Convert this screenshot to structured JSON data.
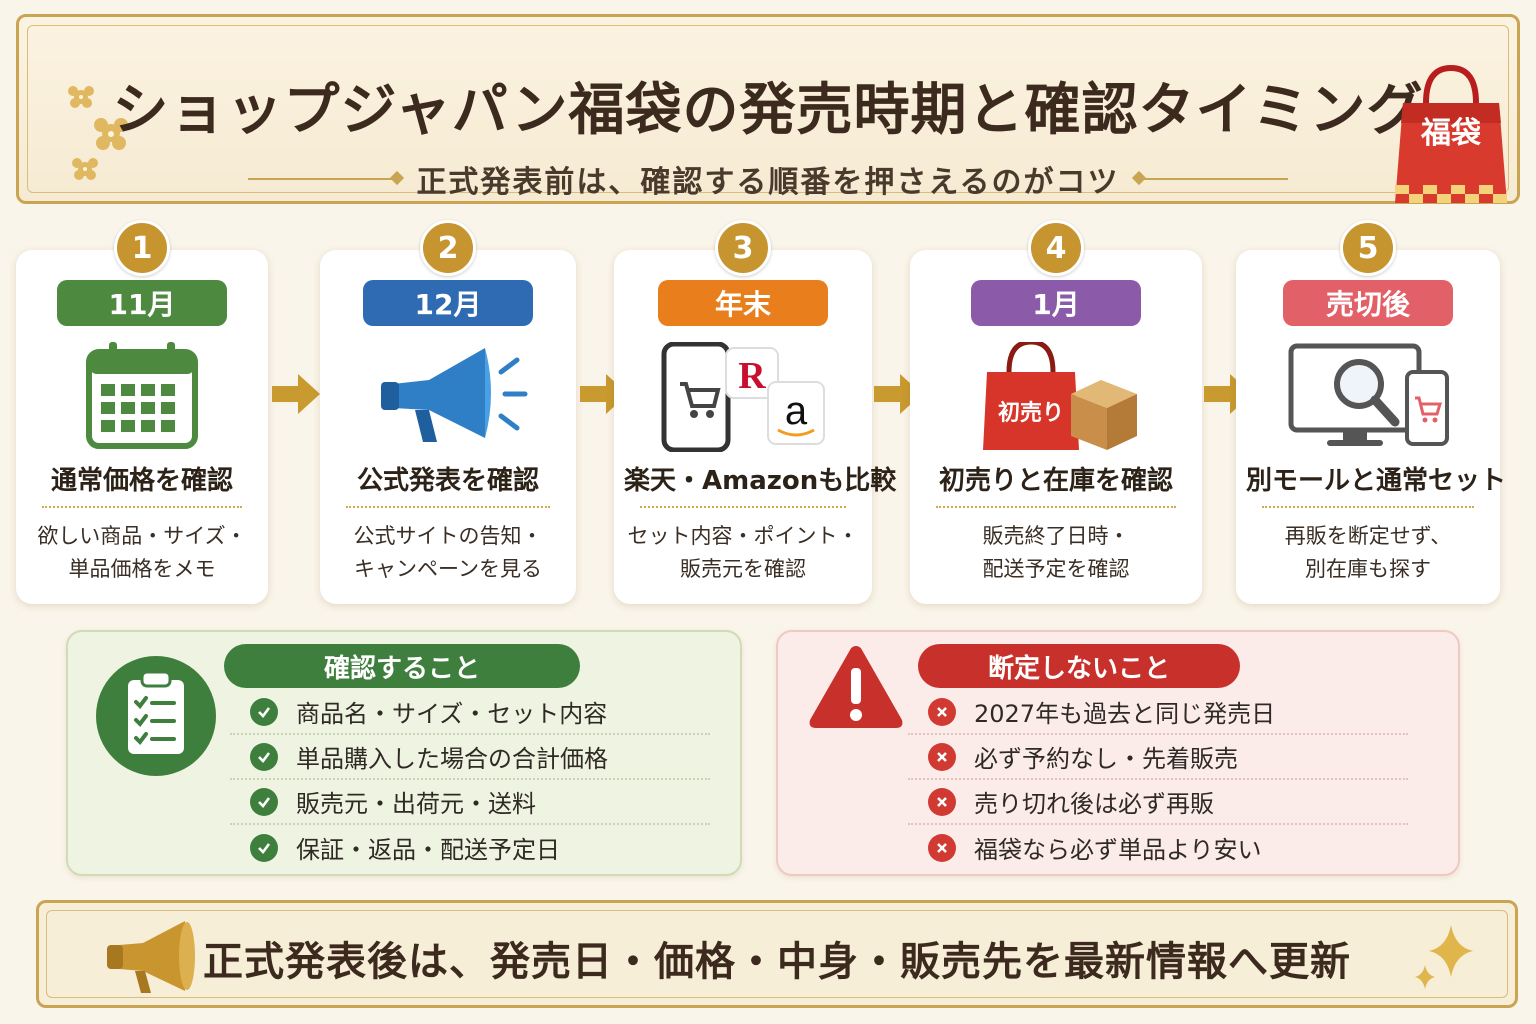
{
  "header": {
    "title": "ショップジャパン福袋の発売時期と確認タイミング",
    "subtitle": "正式発表前は、確認する順番を押さえるのがコツ",
    "bag_label": "福袋"
  },
  "steps": [
    {
      "number": "1",
      "period": "11月",
      "color": "#4d8a3f",
      "heading": "通常価格を確認",
      "desc_line1": "欲しい商品・サイズ・",
      "desc_line2": "単品価格をメモ",
      "icon": "calendar-icon"
    },
    {
      "number": "2",
      "period": "12月",
      "color": "#2f6bb3",
      "heading": "公式発表を確認",
      "desc_line1": "公式サイトの告知・",
      "desc_line2": "キャンペーンを見る",
      "icon": "megaphone-icon"
    },
    {
      "number": "3",
      "period": "年末",
      "color": "#e97f1c",
      "heading": "楽天・Amazonも比較",
      "desc_line1": "セット内容・ポイント・",
      "desc_line2": "販売元を確認",
      "icon": "shopping-apps-icon",
      "rakuten_letter": "R",
      "amazon_letter": "a"
    },
    {
      "number": "4",
      "period": "1月",
      "color": "#8b5aa8",
      "heading": "初売りと在庫を確認",
      "desc_line1": "販売終了日時・",
      "desc_line2": "配送予定を確認",
      "icon": "hatsuuri-bag-icon",
      "bag_text": "初売り"
    },
    {
      "number": "5",
      "period": "売切後",
      "color": "#e26168",
      "heading": "別モールと通常セット",
      "desc_line1": "再販を断定せず、",
      "desc_line2": "別在庫も探す",
      "icon": "search-monitor-icon"
    }
  ],
  "check_panel": {
    "title": "確認すること",
    "items": [
      "商品名・サイズ・セット内容",
      "単品購入した場合の合計価格",
      "販売元・出荷元・送料",
      "保証・返品・配送予定日"
    ],
    "color": "#3f7f3e"
  },
  "avoid_panel": {
    "title": "断定しないこと",
    "items": [
      "2027年も過去と同じ発売日",
      "必ず予約なし・先着販売",
      "売り切れ後は必ず再販",
      "福袋なら必ず単品より安い"
    ],
    "color": "#c8302b"
  },
  "footer": {
    "text": "正式発表後は、発売日・価格・中身・販売先を最新情報へ更新"
  }
}
